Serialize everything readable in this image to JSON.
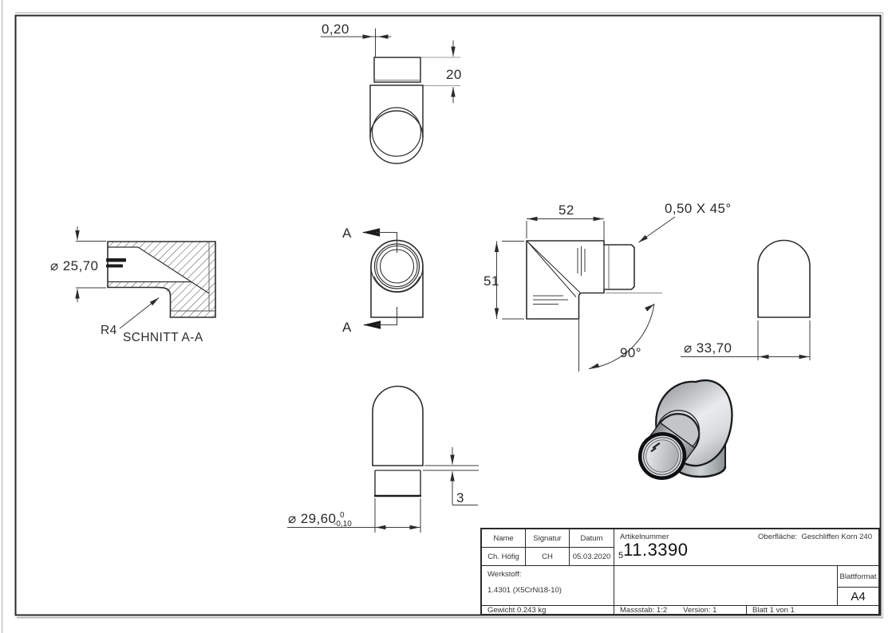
{
  "colors": {
    "line": "#2b2b2b",
    "thin_line": "#3c3c3c",
    "gray_line": "#9b9b9b",
    "hatch": "#4a4a4a",
    "render_body_gray": "#b9bdbf"
  },
  "views": {
    "top": {
      "dim_wall": "0,20",
      "dim_length": "20"
    },
    "section": {
      "dim_diameter": "⌀ 25,70",
      "dim_radius": "R4",
      "caption": "SCHNITT A-A"
    },
    "front": {
      "marker_top": "A",
      "marker_bottom": "A"
    },
    "side": {
      "dim_width": "52",
      "dim_height": "51",
      "dim_chamfer": "0,50 X 45°",
      "dim_angle": "90°"
    },
    "cap": {
      "dim_diameter": "⌀ 33,70"
    },
    "bottom": {
      "dim_diameter": "⌀ 29,60",
      "tol_upper": "0",
      "tol_lower": "-0,10",
      "dim_step": "3"
    }
  },
  "title_block": {
    "name_label": "Name",
    "signature_label": "Signatur",
    "date_label": "Datum",
    "name_value": "Ch. Höfig",
    "signature_value": "CH",
    "date_value": "05.03.2020",
    "article_label": "Artikelnummer",
    "article_prefix": "5",
    "article_number": "11.3390",
    "surface_label": "Oberfläche:",
    "surface_value": "Geschliffen Korn 240",
    "material_label": "Werkstoff:",
    "material_value": "1.4301 (X5CrNi18-10)",
    "weight": "Gewicht 0.243 kg",
    "scale": "Massstab: 1:2",
    "version": "Version: 1",
    "sheet": "Blatt 1 von 1",
    "format_label": "Blattformat",
    "format_value": "A4"
  }
}
